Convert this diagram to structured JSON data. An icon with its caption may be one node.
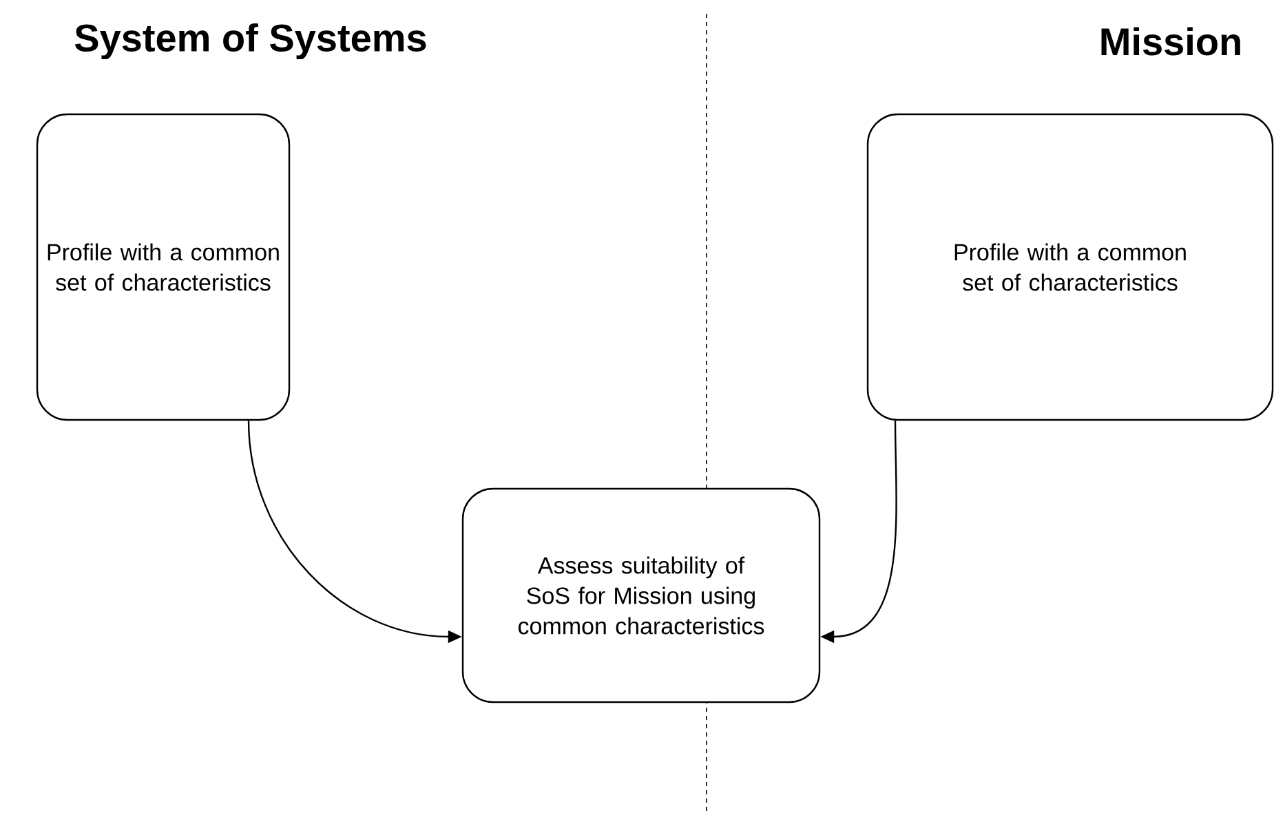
{
  "diagram": {
    "nodes": [
      {
        "text": [
          "Profile with a common set of characteristics"
        ]
      },
      {
        "text": [
          "Profile with a common set of characteristics"
        ]
      },
      {
        "text": [
          "Assess suitability of SoS for Mission using common characteristics"
        ]
      }
    ],
    "edges": [
      {
        "from": 0,
        "to": 2,
        "arrow": "to"
      },
      {
        "from": 1,
        "to": 2,
        "arrow": "to"
      }
    ],
    "labels": [
      "System of Systems",
      "Mission"
    ]
  }
}
